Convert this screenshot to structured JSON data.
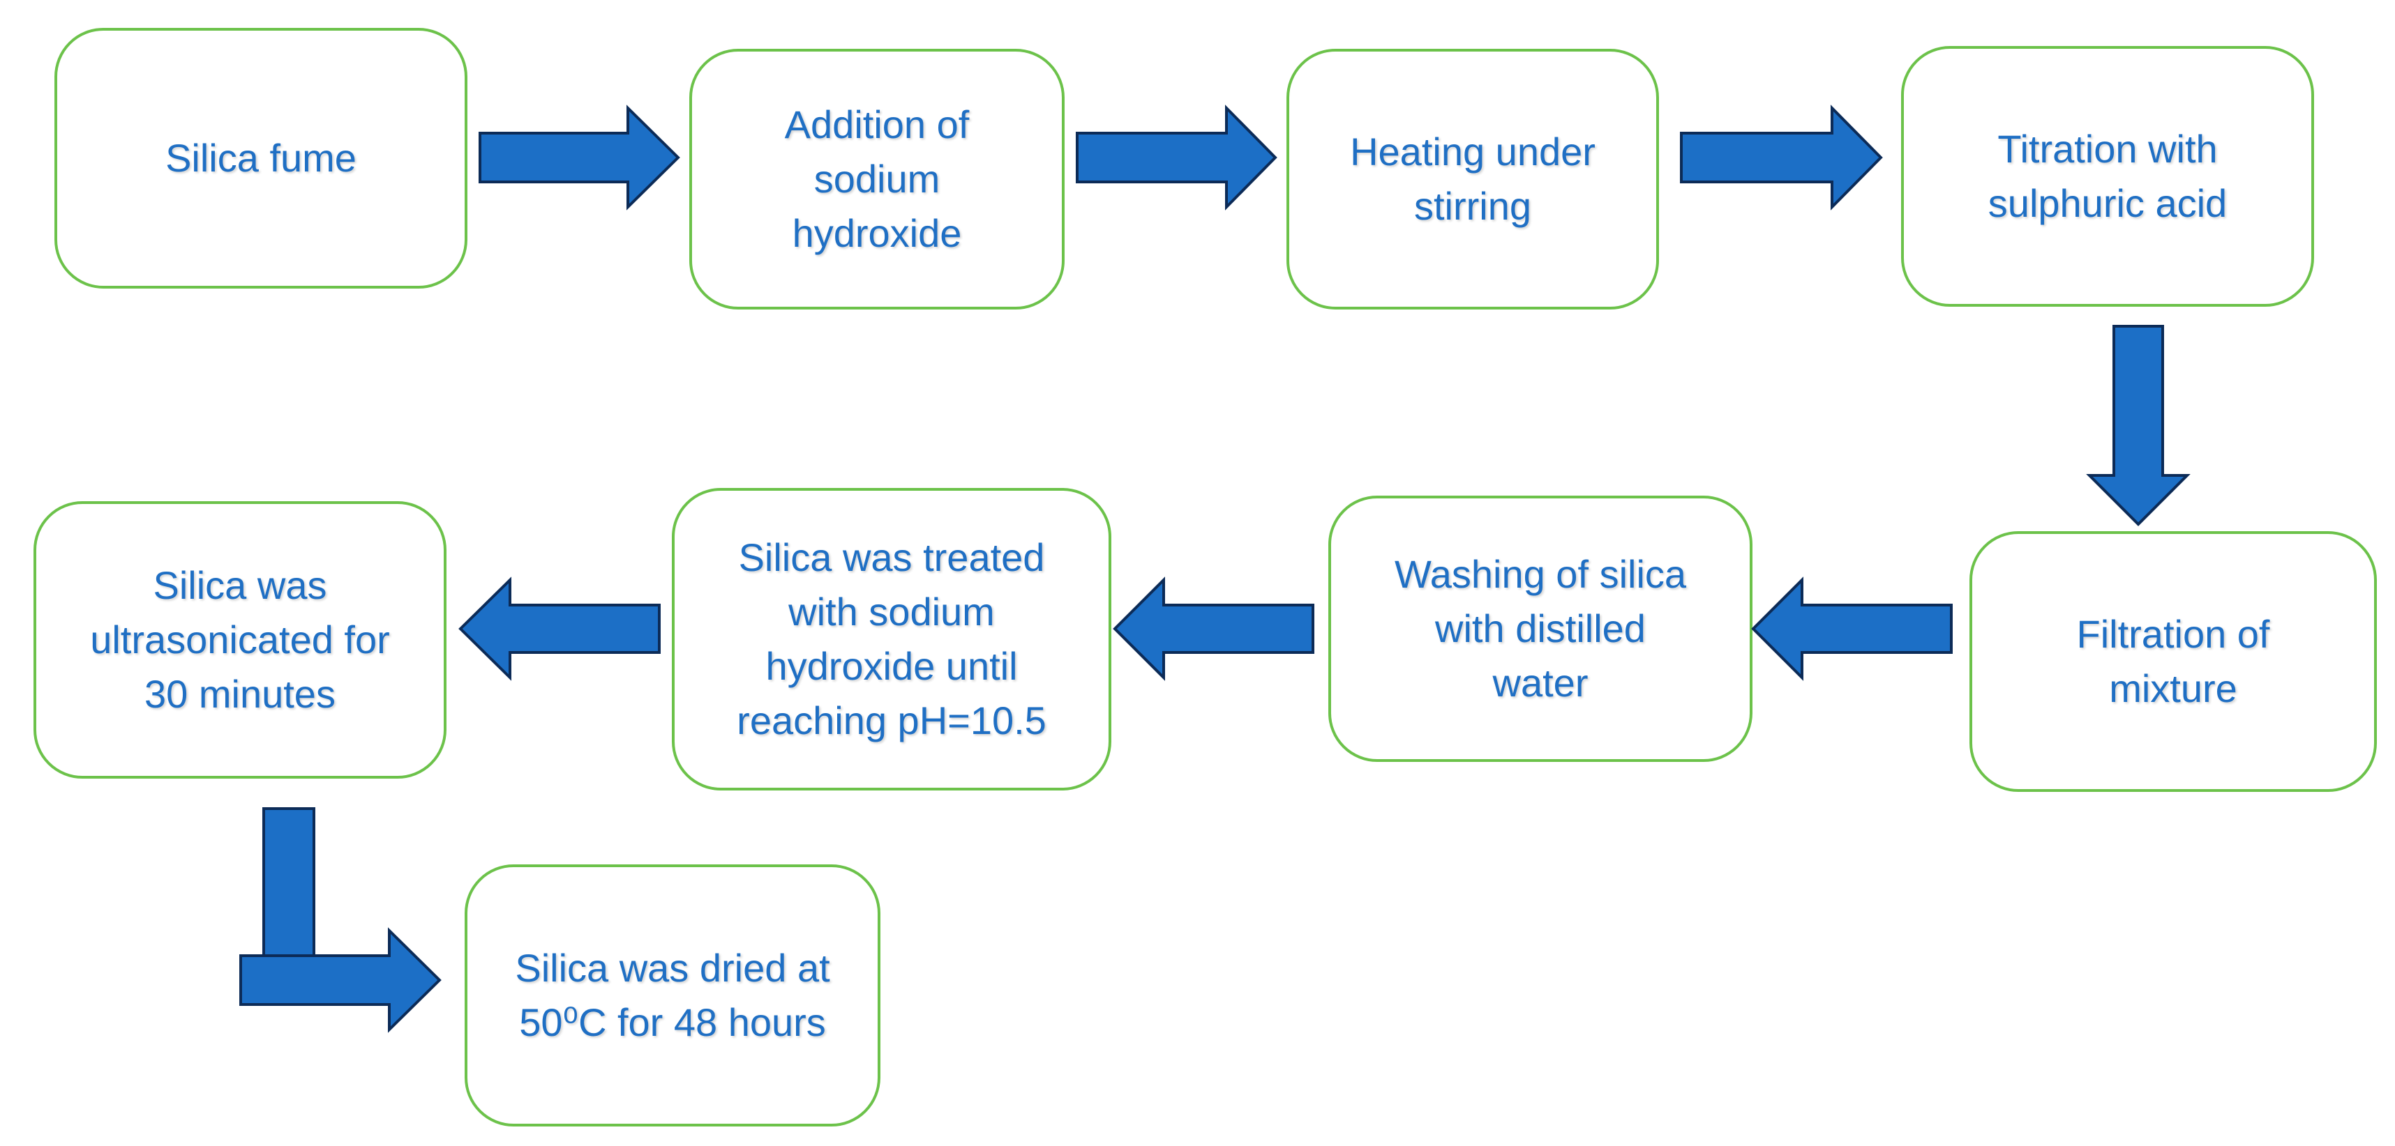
{
  "steps": [
    {
      "id": "silica-fume",
      "label": "Silica fume"
    },
    {
      "id": "addition-naoh",
      "label": "Addition of\nsodium\nhydroxide"
    },
    {
      "id": "heating",
      "label": "Heating under\nstirring"
    },
    {
      "id": "titration",
      "label": "Titration with\nsulphuric acid"
    },
    {
      "id": "filtration",
      "label": "Filtration of\nmixture"
    },
    {
      "id": "washing",
      "label": "Washing of silica\nwith distilled\nwater"
    },
    {
      "id": "treated-naoh",
      "label": "Silica was treated\nwith sodium\nhydroxide until\nreaching pH=10.5"
    },
    {
      "id": "ultrasonicated",
      "label": "Silica was\nultrasonicated for\n30 minutes"
    },
    {
      "id": "dried",
      "label": "Silica was dried at\n50⁰C for 48 hours"
    }
  ],
  "colors": {
    "box_border": "#6cc24a",
    "text": "#1f6fc4",
    "arrow_fill": "#1c6fc6",
    "arrow_outline": "#0c2b57"
  }
}
